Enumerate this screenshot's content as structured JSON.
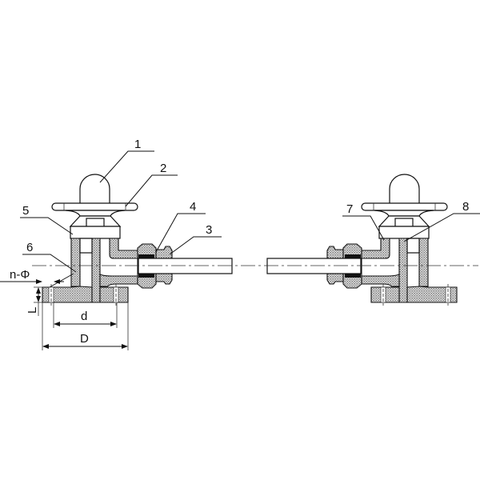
{
  "diagram": {
    "callouts": [
      "1",
      "2",
      "3",
      "4",
      "5",
      "6",
      "7",
      "8"
    ],
    "dimensions": {
      "holes": "n-Φ",
      "thickness": "L",
      "inner": "d",
      "outer": "D"
    }
  }
}
